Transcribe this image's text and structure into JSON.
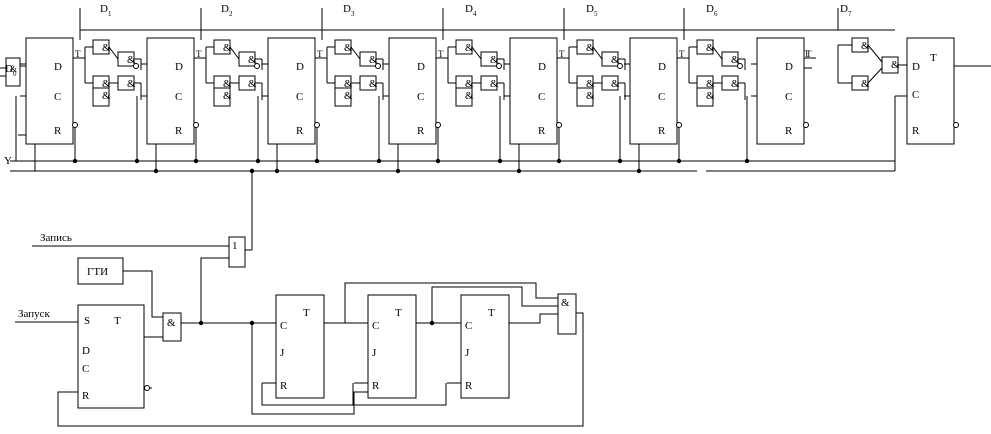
{
  "labels": {
    "zapis": "Запись",
    "zapusk": "Запуск",
    "gti": "ГТИ",
    "y": "Y",
    "or_gate": "1",
    "and_gate": "&"
  },
  "inputs": [
    {
      "base": "D",
      "sub": "0"
    },
    {
      "base": "D",
      "sub": "1"
    },
    {
      "base": "D",
      "sub": "2"
    },
    {
      "base": "D",
      "sub": "3"
    },
    {
      "base": "D",
      "sub": "4"
    },
    {
      "base": "D",
      "sub": "5"
    },
    {
      "base": "D",
      "sub": "6"
    },
    {
      "base": "D",
      "sub": "7"
    }
  ],
  "pins": {
    "d": "D",
    "c": "C",
    "r": "R",
    "t": "T",
    "s": "S",
    "j": "J"
  }
}
